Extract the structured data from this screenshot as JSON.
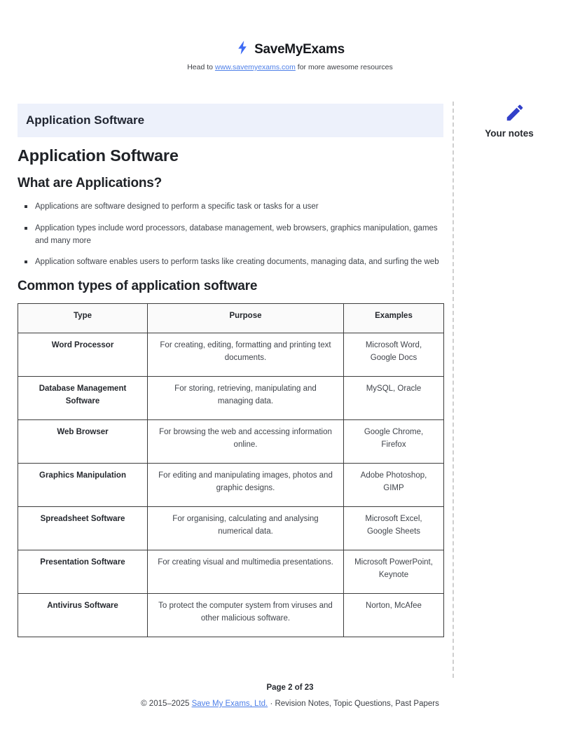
{
  "header": {
    "logo_text": "SaveMyExams",
    "tagline_prefix": "Head to",
    "tagline_link": "www.savemyexams.com",
    "tagline_suffix": "for more awesome resources"
  },
  "sidebar": {
    "your_notes_label": "Your notes"
  },
  "topic_banner": {
    "title": "Application Software"
  },
  "content": {
    "page_title": "Application Software",
    "section1_title": "What are Applications?",
    "bullets": [
      "Applications are software designed to perform a specific task or tasks for a user",
      "Application types include word processors, database management, web browsers, graphics manipulation, games and many more",
      "Application software enables users to perform tasks like creating documents, managing data, and surfing the web"
    ],
    "section2_title": "Common types of application software",
    "table": {
      "headers": [
        "Type",
        "Purpose",
        "Examples"
      ],
      "rows": [
        {
          "type": "Word Processor",
          "purpose": "For creating, editing, formatting and printing text documents.",
          "examples": "Microsoft Word, Google Docs"
        },
        {
          "type": "Database Management Software",
          "purpose": "For storing, retrieving, manipulating and managing data.",
          "examples": "MySQL, Oracle"
        },
        {
          "type": "Web Browser",
          "purpose": "For browsing the web and accessing information online.",
          "examples": "Google Chrome, Firefox"
        },
        {
          "type": "Graphics Manipulation",
          "purpose": "For editing and manipulating images, photos and graphic designs.",
          "examples": "Adobe Photoshop, GIMP"
        },
        {
          "type": "Spreadsheet Software",
          "purpose": "For organising, calculating and analysing numerical data.",
          "examples": "Microsoft Excel, Google Sheets"
        },
        {
          "type": "Presentation Software",
          "purpose": "For creating visual and multimedia presentations.",
          "examples": "Microsoft PowerPoint, Keynote"
        },
        {
          "type": "Antivirus Software",
          "purpose": "To protect the computer system from viruses and other malicious software.",
          "examples": "Norton, McAfee"
        }
      ]
    }
  },
  "footer": {
    "page_info": "Page 2 of 23",
    "copyright_prefix": "© 2015–2025",
    "copyright_link": "Save My Exams, Ltd.",
    "copyright_suffix": "· Revision Notes, Topic Questions, Past Papers"
  },
  "colors": {
    "accent_blue": "#3e6bf4",
    "pencil_blue": "#3240c9",
    "banner_bg": "#edf1fb",
    "link_blue": "#4d7fe8",
    "table_border": "#3d3d3d"
  }
}
